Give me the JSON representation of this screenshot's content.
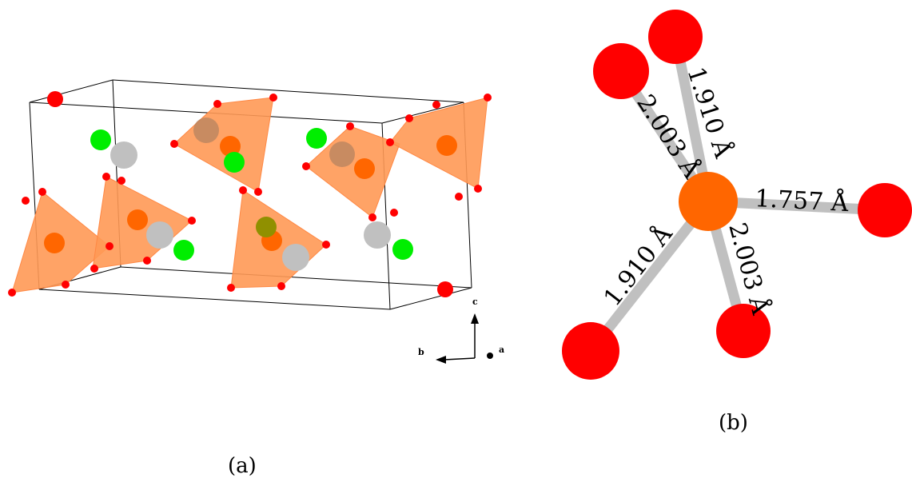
{
  "panel_a": {
    "caption": "(a)",
    "axes": {
      "c_label": "c",
      "b_label": "b",
      "a_label": "a"
    }
  },
  "panel_b": {
    "caption": "(b)",
    "bond_lengths": {
      "upper_near": "2.003 Å",
      "upper_far": "1.910 Å",
      "right": "1.757 Å",
      "lower_left": "1.910 Å",
      "lower_right": "2.003 Å"
    }
  },
  "colors": {
    "oxygen": "#ff0000",
    "central_atom": "#ff6600",
    "polyhedron": "#ff9955",
    "gray_atom": "#c0c0c0",
    "green_atom": "#00ee00",
    "bond": "#c0c0c0"
  }
}
